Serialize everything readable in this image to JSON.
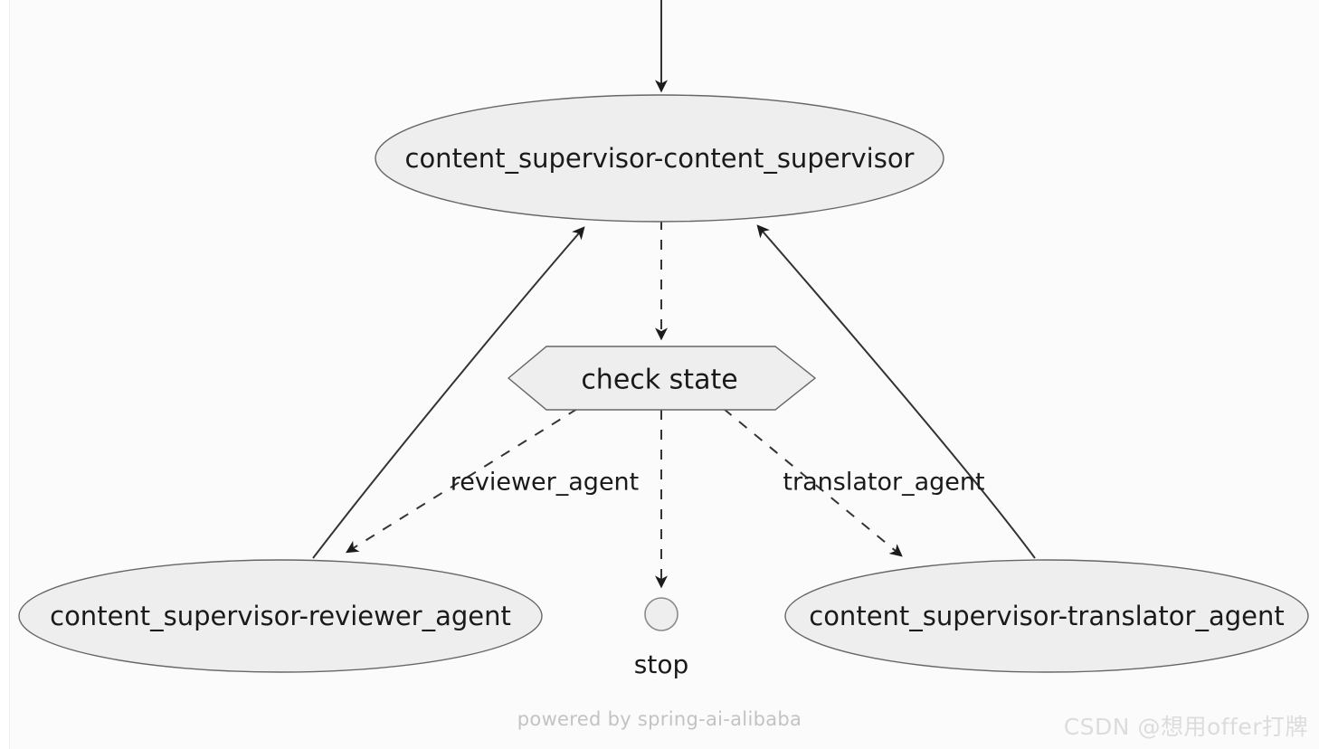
{
  "diagram": {
    "type": "state-graph",
    "nodes": [
      {
        "id": "content_supervisor",
        "label": "content_supervisor-content_supervisor",
        "shape": "ellipse"
      },
      {
        "id": "check_state",
        "label": "check state",
        "shape": "hexagon"
      },
      {
        "id": "reviewer_agent",
        "label": "content_supervisor-reviewer_agent",
        "shape": "ellipse"
      },
      {
        "id": "translator_agent",
        "label": "content_supervisor-translator_agent",
        "shape": "ellipse"
      },
      {
        "id": "stop",
        "label": "stop",
        "shape": "circle"
      }
    ],
    "edges": [
      {
        "id": "entry",
        "from": "start",
        "to": "content_supervisor",
        "label": "",
        "style": "solid"
      },
      {
        "id": "supervisor-to-check",
        "from": "content_supervisor",
        "to": "check_state",
        "label": "",
        "style": "dashed"
      },
      {
        "id": "check-to-reviewer",
        "from": "check_state",
        "to": "reviewer_agent",
        "label": "reviewer_agent",
        "style": "dashed"
      },
      {
        "id": "check-to-translator",
        "from": "check_state",
        "to": "translator_agent",
        "label": "translator_agent",
        "style": "dashed"
      },
      {
        "id": "check-to-stop",
        "from": "check_state",
        "to": "stop",
        "label": "",
        "style": "dashed"
      },
      {
        "id": "reviewer-to-supervisor",
        "from": "reviewer_agent",
        "to": "content_supervisor",
        "label": "",
        "style": "solid"
      },
      {
        "id": "translator-to-supervisor",
        "from": "translator_agent",
        "to": "content_supervisor",
        "label": "",
        "style": "solid"
      }
    ],
    "colors": {
      "node_fill": "#eeeeee",
      "node_stroke": "#666666",
      "edge": "#333333",
      "background": "#fbfbfb",
      "text": "#1a1a1a",
      "footer": "#c3c3c3",
      "watermark": "#dcdcdc"
    }
  },
  "footer": {
    "powered_by": "powered by spring-ai-alibaba",
    "watermark": "CSDN @想用offer打牌"
  }
}
